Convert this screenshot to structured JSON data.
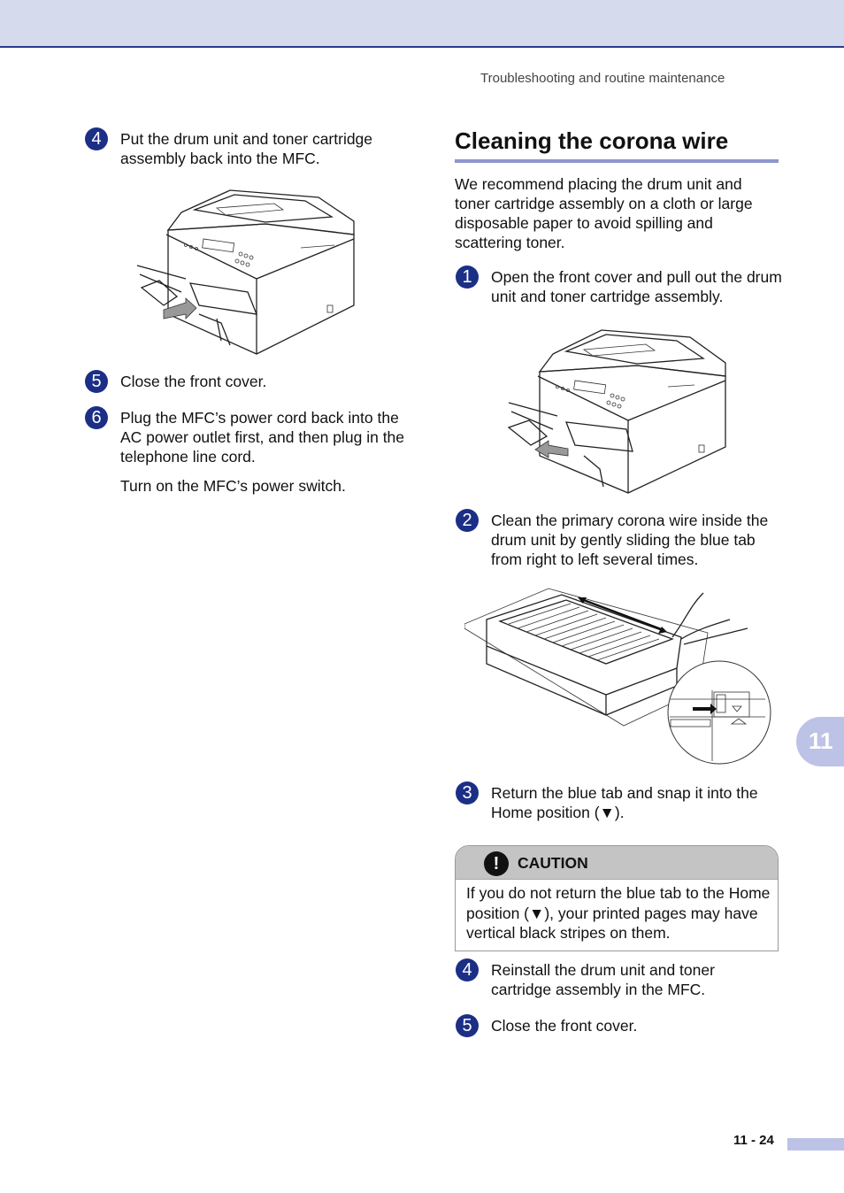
{
  "header": {
    "running_head": "Troubleshooting and routine maintenance"
  },
  "left_column": {
    "steps": [
      {
        "num": "4",
        "text": "Put the drum unit and toner cartridge assembly back into the MFC."
      },
      {
        "num": "5",
        "text": "Close the front cover."
      },
      {
        "num": "6",
        "text": "Plug the MFC’s power cord back into the AC power outlet first, and then plug in the telephone line cord."
      }
    ],
    "note": "Turn on the MFC’s power switch."
  },
  "section": {
    "title": "Cleaning the corona wire",
    "intro": "We recommend placing the drum unit and toner cartridge assembly on a cloth or large disposable paper to avoid spilling and scattering toner.",
    "steps": [
      {
        "num": "1",
        "text": "Open the front cover and pull out the drum unit and toner cartridge assembly."
      },
      {
        "num": "2",
        "text": "Clean the primary corona wire inside the drum unit by gently sliding the blue tab from right to left several times."
      },
      {
        "num": "3",
        "text": "Return the blue tab and snap it into the Home position (▼)."
      },
      {
        "num": "4",
        "text": "Reinstall the drum unit and toner cartridge assembly in the MFC."
      },
      {
        "num": "5",
        "text": "Close the front cover."
      }
    ]
  },
  "caution": {
    "icon": "exclamation-icon",
    "label": "CAUTION",
    "text": "If you do not return the blue tab to the Home position (▼), your printed pages may have vertical black stripes on them."
  },
  "footer": {
    "chapter_tab": "11",
    "page_number": "11 - 24"
  },
  "colors": {
    "accent": "#1c2f86",
    "header_band": "#d5daec",
    "tab": "#bcc3e6",
    "rule": "#8d96cc"
  }
}
